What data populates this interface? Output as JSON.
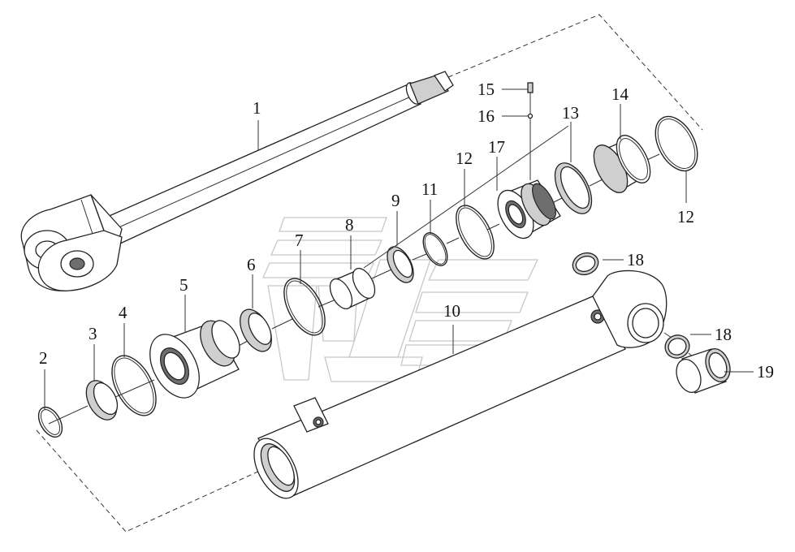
{
  "callouts": [
    {
      "id": "c1",
      "text": "1"
    },
    {
      "id": "c2",
      "text": "2"
    },
    {
      "id": "c3",
      "text": "3"
    },
    {
      "id": "c4",
      "text": "4"
    },
    {
      "id": "c5",
      "text": "5"
    },
    {
      "id": "c6",
      "text": "6"
    },
    {
      "id": "c7",
      "text": "7"
    },
    {
      "id": "c8",
      "text": "8"
    },
    {
      "id": "c9",
      "text": "9"
    },
    {
      "id": "c10",
      "text": "10"
    },
    {
      "id": "c11",
      "text": "11"
    },
    {
      "id": "c12a",
      "text": "12"
    },
    {
      "id": "c12b",
      "text": "12"
    },
    {
      "id": "c13",
      "text": "13"
    },
    {
      "id": "c14",
      "text": "14"
    },
    {
      "id": "c15",
      "text": "15"
    },
    {
      "id": "c16",
      "text": "16"
    },
    {
      "id": "c17",
      "text": "17"
    },
    {
      "id": "c18a",
      "text": "18"
    },
    {
      "id": "c18b",
      "text": "18"
    },
    {
      "id": "c19",
      "text": "19"
    }
  ]
}
